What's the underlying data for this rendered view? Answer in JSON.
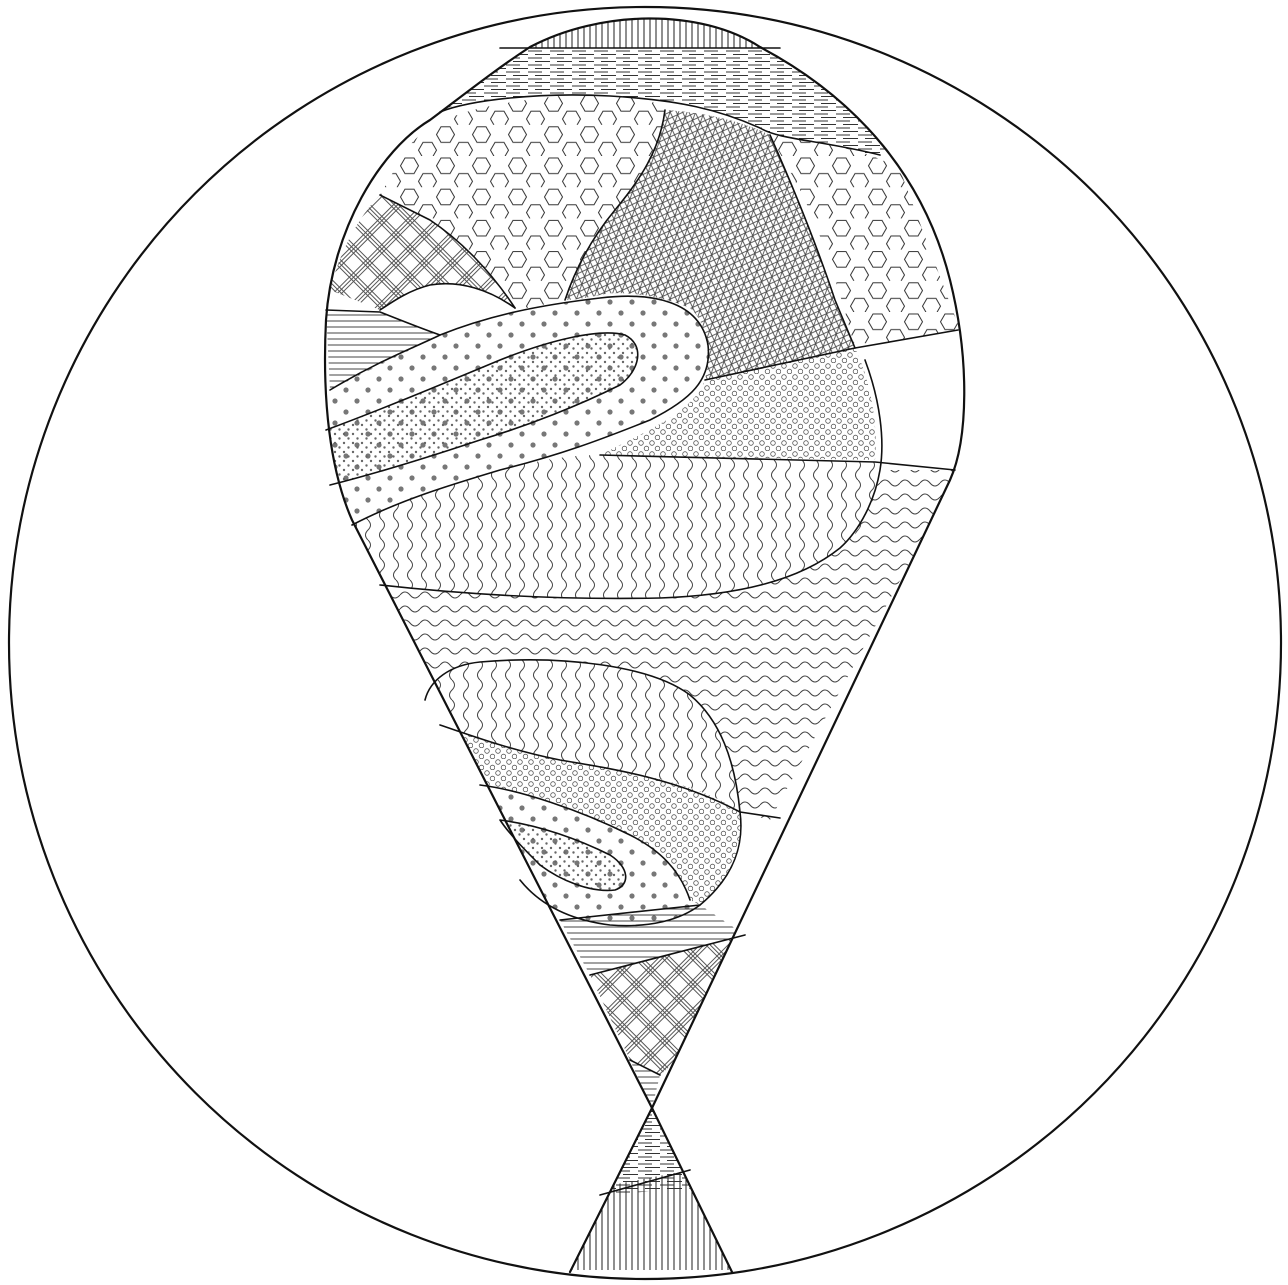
{
  "figure": {
    "kind": "geological-fold-stereonet-style-sketch",
    "colors": {
      "line": "#111111",
      "pattern_ink": "#333333",
      "dot_ink": "#777777",
      "background": "#ffffff"
    },
    "units": [
      {
        "name": "unit-vertical-hatch-top",
        "pattern": "vertical-lines"
      },
      {
        "name": "unit-horizontal-dash-top",
        "pattern": "horizontal-dashes"
      },
      {
        "name": "unit-hexagons",
        "pattern": "hexagons"
      },
      {
        "name": "unit-crosshatch",
        "pattern": "dense-crosshatch"
      },
      {
        "name": "unit-plaid",
        "pattern": "diagonal-plaid"
      },
      {
        "name": "unit-thin-horizontal",
        "pattern": "horizontal-lines"
      },
      {
        "name": "unit-large-dots",
        "pattern": "large-dots"
      },
      {
        "name": "unit-small-dots",
        "pattern": "small-dots"
      },
      {
        "name": "unit-small-circles",
        "pattern": "small-circles"
      },
      {
        "name": "unit-vertical-waves",
        "pattern": "vertical-waves"
      },
      {
        "name": "unit-horizontal-waves",
        "pattern": "horizontal-waves"
      }
    ]
  }
}
